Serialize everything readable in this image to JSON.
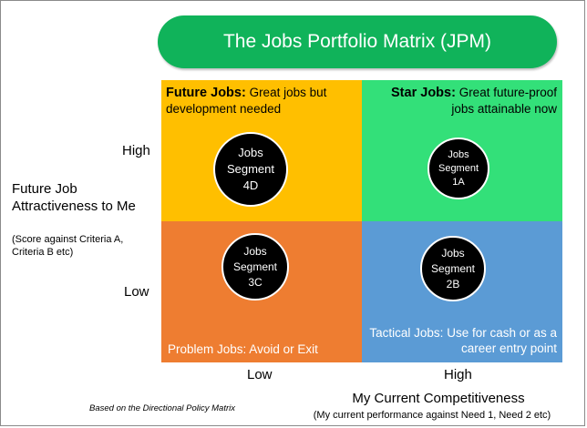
{
  "title": "The Jobs Portfolio Matrix (JPM)",
  "quadrants": {
    "top_left": {
      "heading": "Future Jobs:",
      "text": " Great jobs but development needed",
      "segment": [
        "Jobs",
        "Segment",
        "4D"
      ]
    },
    "top_right": {
      "heading": "Star Jobs:",
      "text": " Great future-proof jobs attainable now",
      "segment": [
        "Jobs",
        "Segment",
        "1A"
      ]
    },
    "bottom_left": {
      "heading": "Problem Jobs:",
      "text": " Avoid or Exit",
      "segment": [
        "Jobs",
        "Segment",
        "3C"
      ]
    },
    "bottom_right": {
      "heading": "Tactical Jobs:",
      "text": " Use for cash or as a career entry point",
      "segment": [
        "Jobs",
        "Segment",
        "2B"
      ]
    }
  },
  "y_axis": {
    "high": "High",
    "low": "Low",
    "label": "Future Job Attractiveness to Me",
    "sublabel": "(Score against Criteria A, Criteria B etc)"
  },
  "x_axis": {
    "low": "Low",
    "high": "High",
    "label": "My Current Competitiveness",
    "sublabel": "(My current performance against Need 1, Need 2 etc)"
  },
  "footnote": "Based on the Directional Policy Matrix",
  "colors": {
    "title_bg": "#10b35a",
    "future_jobs": "#ffbf00",
    "star_jobs": "#33e079",
    "problem_jobs": "#ee7d31",
    "tactical_jobs": "#5b9bd5"
  }
}
